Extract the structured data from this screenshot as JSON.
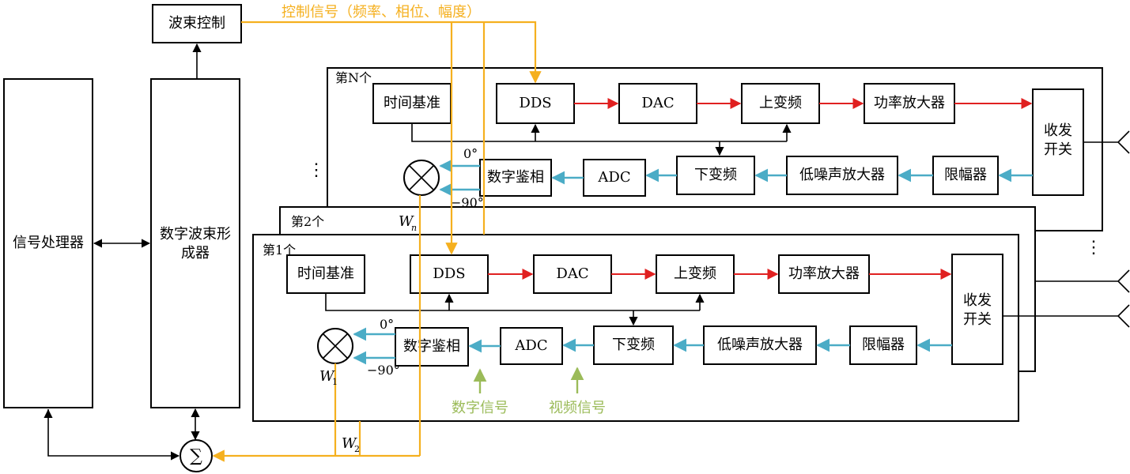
{
  "diagram": {
    "signal_processor": "信号处理器",
    "beamformer_line1": "数字波束形",
    "beamformer_line2": "成器",
    "beam_control": "波束控制",
    "control_signal": "控制信号（频率、相位、幅度）",
    "sum_symbol": "∑",
    "multiply_symbol": "⊗",
    "weights": {
      "w_n": "W",
      "w_n_sub": "n",
      "w_1": "W",
      "w_1_sub": "1",
      "w_2": "W",
      "w_2_sub": "2"
    },
    "channels": [
      {
        "label": "第N个",
        "time_ref": "时间基准",
        "dds": "DDS",
        "dac": "DAC",
        "upconv": "上变频",
        "pa": "功率放大器",
        "switch_line1": "收发",
        "switch_line2": "开关",
        "phase_det": "数字鉴相",
        "adc": "ADC",
        "downconv": "下变频",
        "lna": "低噪声放大器",
        "limiter": "限幅器",
        "phase0": "0°",
        "phase90": "−90°"
      },
      {
        "label": "第2个"
      },
      {
        "label": "第1个",
        "time_ref": "时间基准",
        "dds": "DDS",
        "dac": "DAC",
        "upconv": "上变频",
        "pa": "功率放大器",
        "switch_line1": "收发",
        "switch_line2": "开关",
        "phase_det": "数字鉴相",
        "adc": "ADC",
        "downconv": "下变频",
        "lna": "低噪声放大器",
        "limiter": "限幅器",
        "phase0": "0°",
        "phase90": "−90°"
      }
    ],
    "digital_signal": "数字信号",
    "video_signal": "视频信号",
    "ellipsis_left": "⋮",
    "ellipsis_right": "⋮"
  },
  "colors": {
    "transmit": "#e02020",
    "receive": "#4bacc6",
    "control": "#f5b01f",
    "annotation": "#9bbb59"
  }
}
